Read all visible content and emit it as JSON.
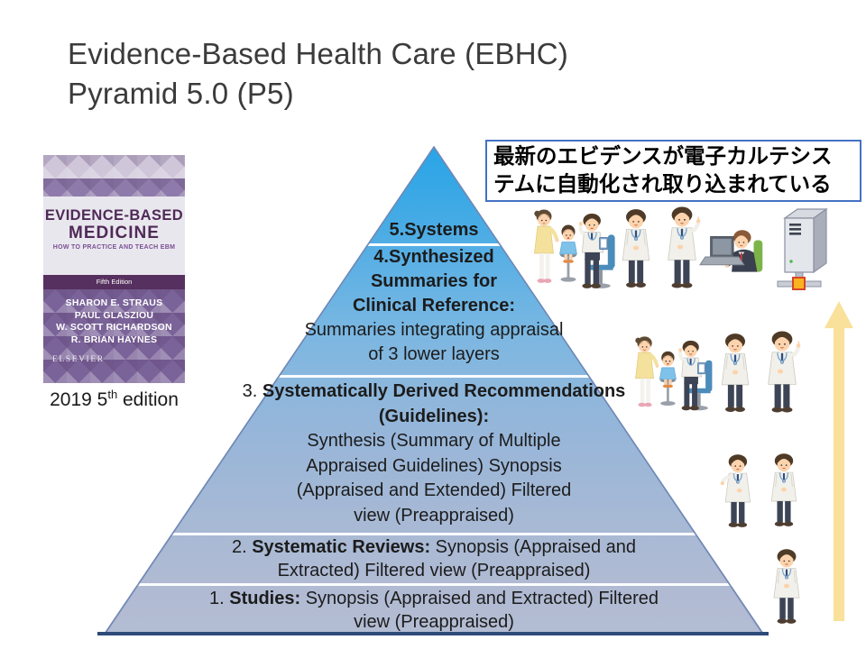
{
  "title": {
    "line1": "Evidence-Based Health Care (EBHC)",
    "line2": "Pyramid 5.0 (P5)"
  },
  "book": {
    "title_line1": "EVIDENCE-BASED",
    "title_line2": "MEDICINE",
    "subtitle": "HOW TO PRACTICE AND TEACH EBM",
    "edition_band": "Fifth Edition",
    "authors": [
      "SHARON E. STRAUS",
      "PAUL GLASZIOU",
      "W. SCOTT RICHARDSON",
      "R. BRIAN HAYNES"
    ],
    "publisher": "ELSEVIER",
    "caption": {
      "pre": "2019 5",
      "sup": "th",
      "post": " edition"
    }
  },
  "callout": {
    "line1": "最新のエビデンスが電子カルテシス",
    "line2": "テムに自動化され取り込まれている"
  },
  "pyramid": {
    "levels": [
      {
        "num": "5.",
        "heading": "Systems",
        "body": ""
      },
      {
        "num": "4.",
        "heading": "Synthesized Summaries for Clinical Reference:",
        "body": "Summaries integrating appraisal of 3 lower layers"
      },
      {
        "num": "3. ",
        "heading": "Systematically Derived Recommendations (Guidelines):",
        "body": "Synthesis (Summary of Multiple Appraised Guidelines) Synopsis (Appraised and Extended) Filtered view (Preappraised)"
      },
      {
        "num": "2. ",
        "heading": "Systematic Reviews:",
        "body": "Synopsis (Appraised and Extracted) Filtered view (Preappraised)"
      },
      {
        "num": "1. ",
        "heading": "Studies:",
        "body": "Synopsis (Appraised and Extracted) Filtered view (Preappraised)"
      }
    ]
  },
  "colors": {
    "pyramid_top": "#29a4e6",
    "pyramid_bottom": "#b3bcd2",
    "pyramid_base_line": "#2e4a78",
    "callout_border": "#4472c4",
    "arrow": "#f9e19b",
    "book_purple": "#7a6398"
  }
}
